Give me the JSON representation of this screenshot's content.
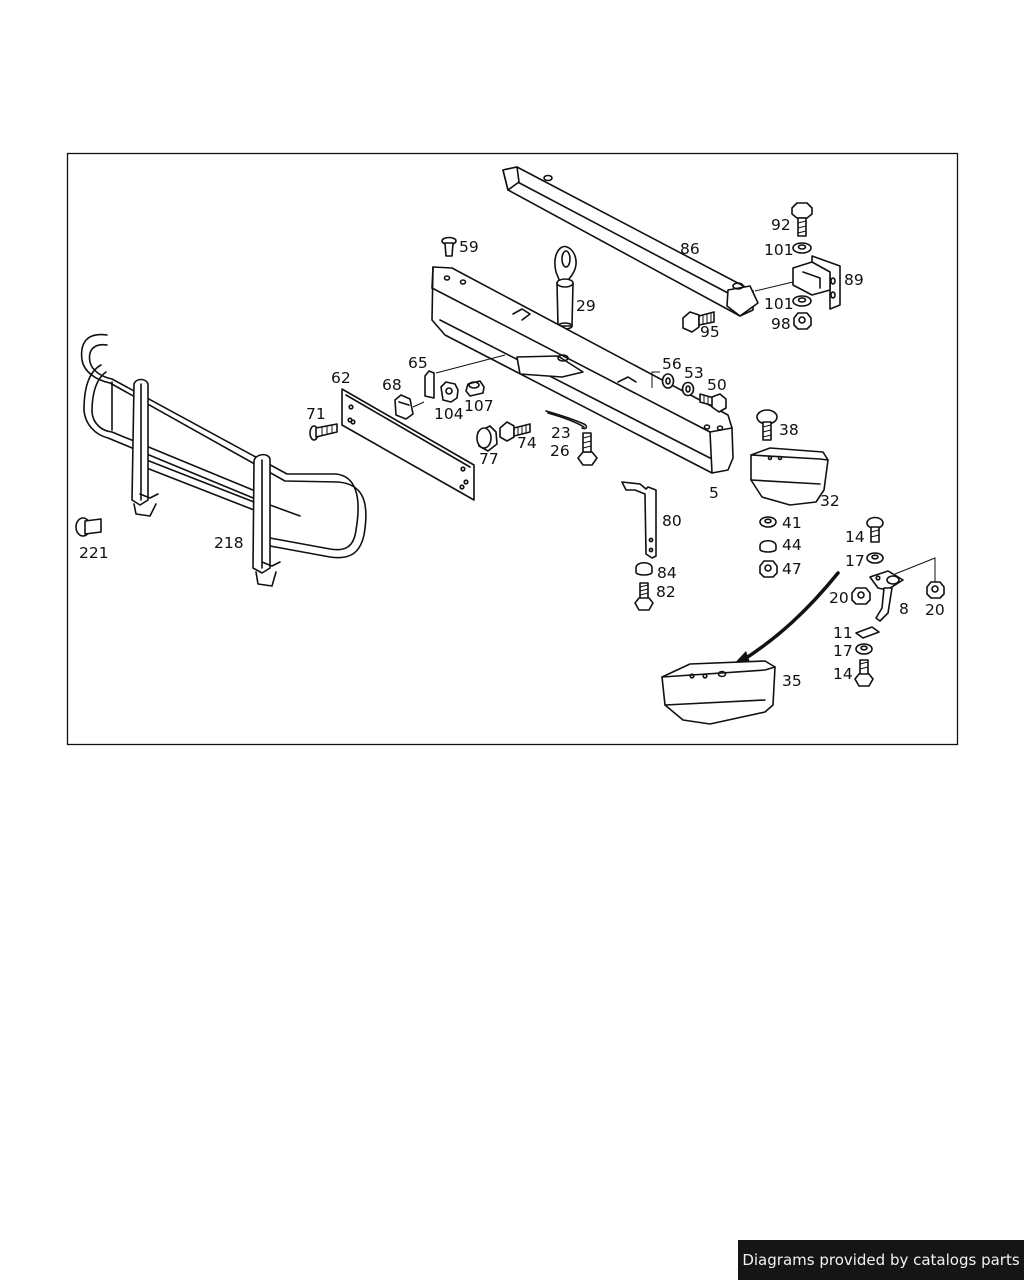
{
  "diagram": {
    "labels": [
      "92",
      "101",
      "86",
      "89",
      "59",
      "29",
      "101",
      "95",
      "98",
      "65",
      "56",
      "53",
      "62",
      "68",
      "50",
      "104",
      "107",
      "71",
      "38",
      "23",
      "74",
      "26",
      "77",
      "5",
      "32",
      "80",
      "41",
      "14",
      "221",
      "218",
      "44",
      "17",
      "84",
      "47",
      "82",
      "20",
      "20",
      "8",
      "11",
      "17",
      "14",
      "35"
    ]
  },
  "footer": {
    "credit": "Diagrams provided by catalogs parts"
  }
}
